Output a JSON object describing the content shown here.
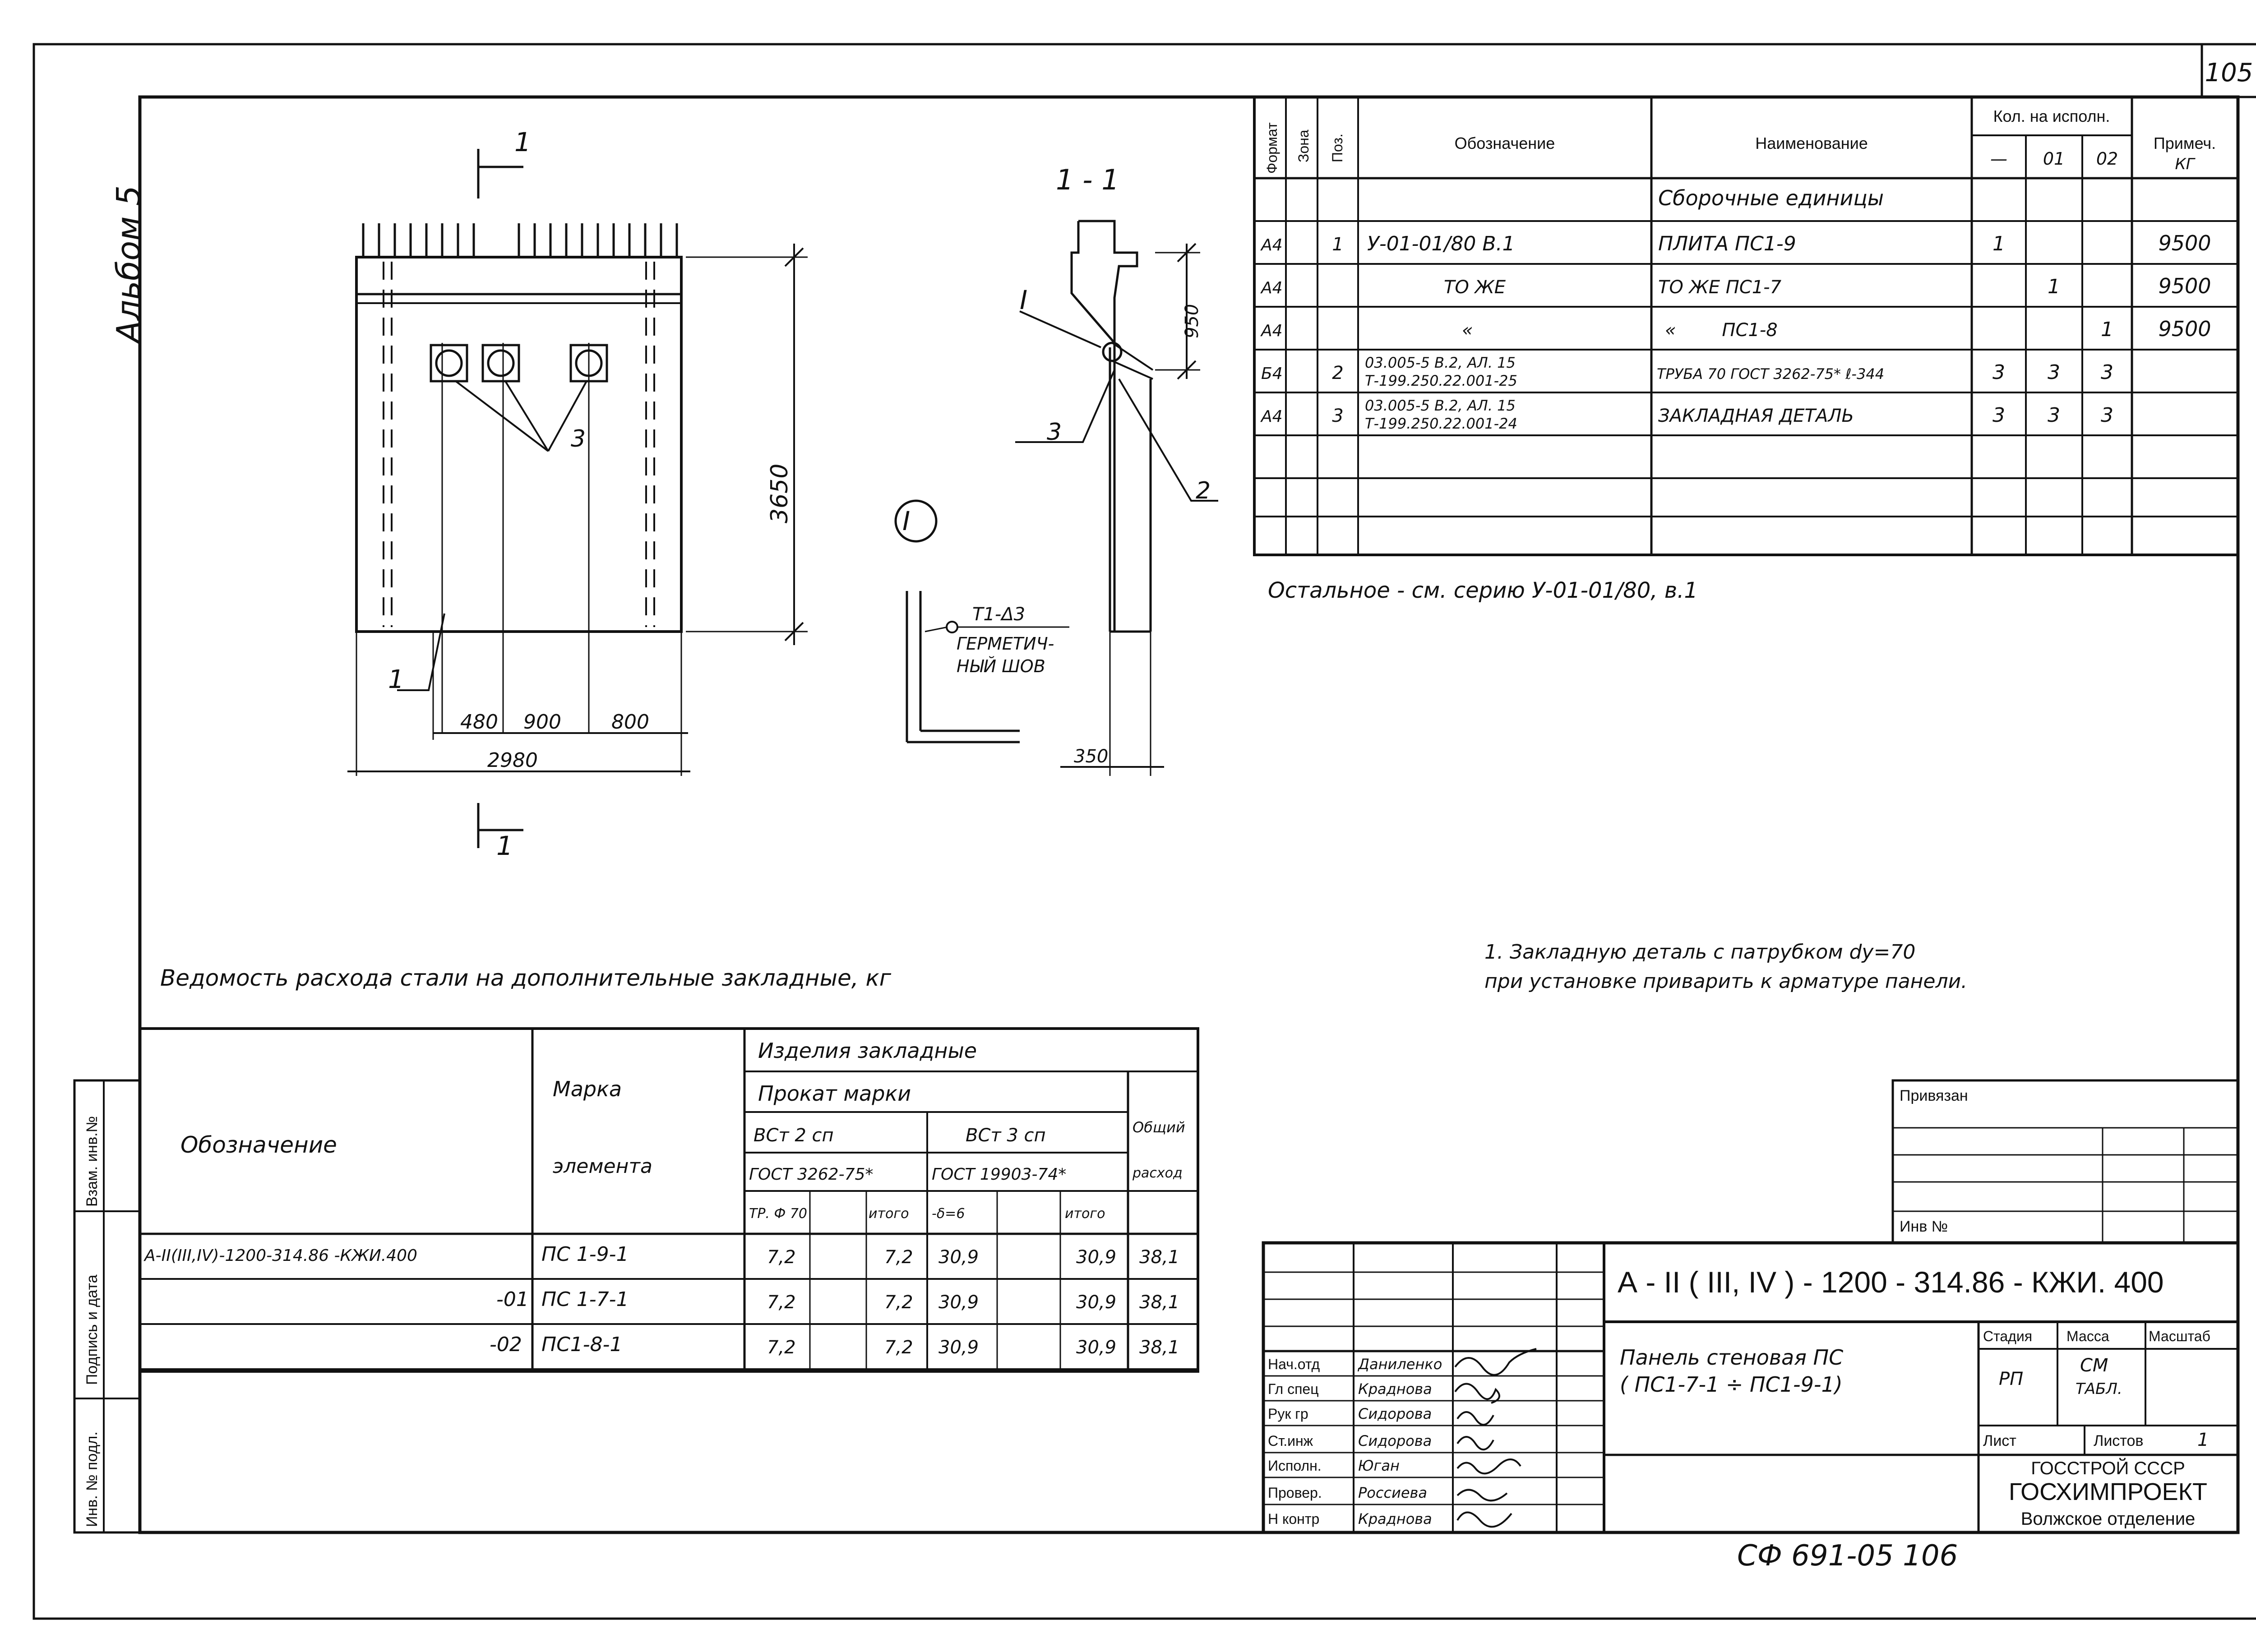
{
  "sheet_number": "105",
  "album": "Альбом 5",
  "drawing": {
    "view_label": "1 - 1",
    "section_marker": "1",
    "detail_marker": "I",
    "dim_height": "3650",
    "dim_top": "950",
    "dim_widths": [
      "480",
      "900",
      "800"
    ],
    "dim_total": "2980",
    "dim_thickness": "350",
    "callout_1": "1",
    "callout_2": "2",
    "callout_3": "3",
    "callout_I": "I",
    "weld_label": "T1-Δ3",
    "weld_note": [
      "ГЕРМЕТИЧ-",
      "НЫЙ ШОВ"
    ]
  },
  "spec_table": {
    "headers": {
      "format": "Формат",
      "zone": "Зона",
      "pos": "Поз.",
      "designation": "Обозначение",
      "name": "Наименование",
      "qty": "Кол. на исполн.",
      "qty_cols": [
        "—",
        "01",
        "02"
      ],
      "note": "Примеч.",
      "note_unit": "КГ"
    },
    "section_title": "Сборочные единицы",
    "rows": [
      {
        "format": "А4",
        "pos": "1",
        "designation": [
          "У-01-01/80 В.1"
        ],
        "name": "ПЛИТА   ПС1-9",
        "q0": "1",
        "q1": "",
        "q2": "",
        "note": "9500"
      },
      {
        "format": "А4",
        "pos": "",
        "designation": [
          "ТО ЖЕ"
        ],
        "name": "ТО ЖЕ   ПС1-7",
        "q0": "",
        "q1": "1",
        "q2": "",
        "note": "9500"
      },
      {
        "format": "А4",
        "pos": "",
        "designation": [
          "«"
        ],
        "name": "«        ПС1-8",
        "q0": "",
        "q1": "",
        "q2": "1",
        "note": "9500"
      },
      {
        "format": "Б4",
        "pos": "2",
        "designation": [
          "03.005-5  В.2, АЛ. 15",
          "Т-199.250.22.001-25"
        ],
        "name": "ТРУБА 70 ГОСТ 3262-75* ℓ-344",
        "q0": "3",
        "q1": "3",
        "q2": "3",
        "note": ""
      },
      {
        "format": "А4",
        "pos": "3",
        "designation": [
          "03.005-5  В.2, АЛ. 15",
          "Т-199.250.22.001-24"
        ],
        "name": "ЗАКЛАДНАЯ ДЕТАЛЬ",
        "q0": "3",
        "q1": "3",
        "q2": "3",
        "note": ""
      }
    ],
    "footnote": "Остальное - см. серию  У-01-01/80, в.1"
  },
  "note_1": [
    "1. Закладную деталь с патрубком  dу=70",
    "при установке приварить к арматуре панели."
  ],
  "steel_table": {
    "title": "Ведомость расхода стали на дополнительные закладные, кг",
    "head_designation": "Обозначение",
    "head_mark": [
      "Марка",
      "элемента"
    ],
    "head_items": "Изделия закладные",
    "head_rolled": "Прокат марки",
    "head_grade_1": "ВСт 2 сп",
    "head_grade_2": "ВСт 3 сп",
    "head_gost_1": "ГОСТ 3262-75*",
    "head_gost_2": "ГОСТ 19903-74*",
    "head_total": [
      "Общий",
      "расход"
    ],
    "head_sub": [
      "ТР. Ф 70",
      "",
      "итого",
      "-δ=6",
      "",
      "итого"
    ],
    "rows": [
      {
        "designation": "А-II(III,IV)-1200-314.86 -КЖИ.400",
        "mark": "ПС 1-9-1",
        "tr": "7,2",
        "total1": "7,2",
        "sheet": "30,9",
        "total2": "30,9",
        "sum": "38,1"
      },
      {
        "designation": "-01",
        "mark": "ПС 1-7-1",
        "tr": "7,2",
        "total1": "7,2",
        "sheet": "30,9",
        "total2": "30,9",
        "sum": "38,1"
      },
      {
        "designation": "-02",
        "mark": "ПС1-8-1",
        "tr": "7,2",
        "total1": "7,2",
        "sheet": "30,9",
        "total2": "30,9",
        "sum": "38,1"
      }
    ]
  },
  "side_stamp": [
    "Взам. инв.№",
    "Подпись и дата",
    "Инв. № подл."
  ],
  "title_block": {
    "bound": "Привязан",
    "inv_no": "Инв №",
    "code": "А - II ( III, IV ) - 1200 - 314.86 - КЖИ. 400",
    "doc_name": [
      "Панель стеновая ПС",
      "( ПС1-7-1 ÷ ПС1-9-1)"
    ],
    "stage_label": "Стадия",
    "mass_label": "Масса",
    "scale_label": "Масштаб",
    "stage": "РП",
    "mass": [
      "СМ",
      "ТАБЛ."
    ],
    "sheet_label": "Лист",
    "sheets_label": "Листов",
    "sheets": "1",
    "org": [
      "ГОССТРОЙ СССР",
      "ГОСХИМПРОЕКТ",
      "Волжское отделение"
    ],
    "roles": [
      {
        "role": "Нач.отд",
        "name": "Даниленко"
      },
      {
        "role": "Гл спец",
        "name": "Краднова"
      },
      {
        "role": "Рук гр",
        "name": "Сидорова"
      },
      {
        "role": "Ст.инж",
        "name": "Сидорова"
      },
      {
        "role": "Исполн.",
        "name": "Юган"
      },
      {
        "role": "Провер.",
        "name": "Россиева"
      },
      {
        "role": "Н контр",
        "name": "Краднова"
      }
    ]
  },
  "bottom_code": "СФ 691-05   106"
}
